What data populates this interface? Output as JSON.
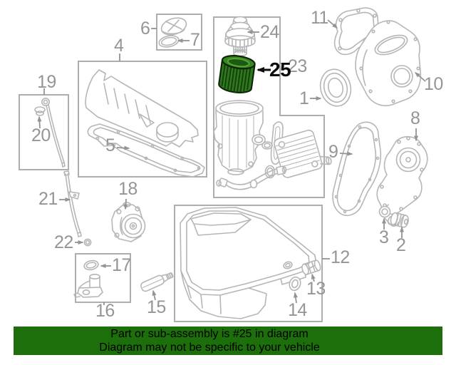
{
  "diagram": {
    "highlighted_part": "25",
    "callouts": {
      "c1": "1",
      "c2": "2",
      "c3": "3",
      "c4": "4",
      "c5": "5",
      "c6": "6",
      "c7": "7",
      "c8": "8",
      "c9": "9",
      "c10": "10",
      "c11": "11",
      "c12": "12",
      "c13": "13",
      "c14": "14",
      "c15": "15",
      "c16": "16",
      "c17": "17",
      "c18": "18",
      "c19": "19",
      "c20": "20",
      "c21": "21",
      "c22": "22",
      "c23": "23",
      "c24": "24",
      "c25": "25"
    }
  },
  "banner": {
    "line1": "Part or sub-assembly is #25 in diagram",
    "line2": "Diagram may not be specific to your vehicle"
  },
  "colors": {
    "highlight_filter_green": "#2e7b1d",
    "highlight_filter_dark": "#17400e",
    "banner_green": "#1c6f0b",
    "line_gray": "#b6b6b6",
    "label_gray": "#959595"
  }
}
